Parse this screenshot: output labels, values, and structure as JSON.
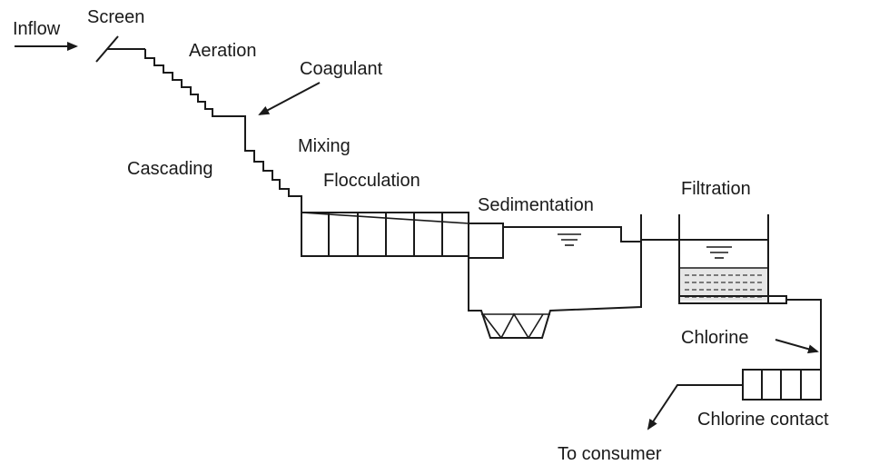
{
  "diagram": {
    "labels": {
      "inflow": "Inflow",
      "screen": "Screen",
      "aeration": "Aeration",
      "coagulant": "Coagulant",
      "mixing": "Mixing",
      "cascading": "Cascading",
      "flocculation": "Flocculation",
      "sedimentation": "Sedimentation",
      "filtration": "Filtration",
      "chlorine": "Chlorine",
      "chlorine_contact": "Chlorine contact",
      "to_consumer": "To consumer"
    }
  }
}
